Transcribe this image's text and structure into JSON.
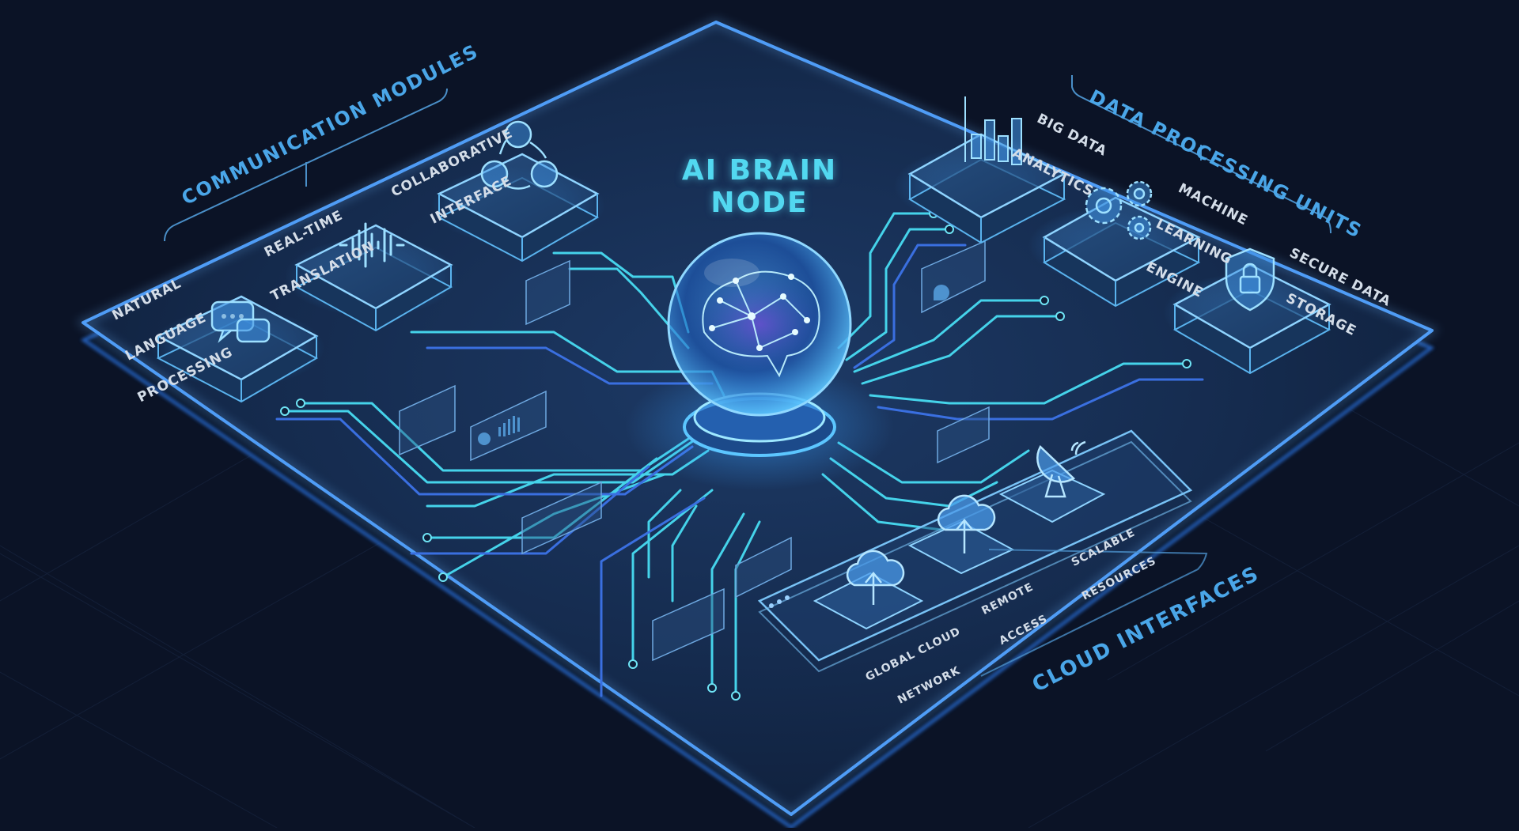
{
  "diagram": {
    "central_node": {
      "title_line1": "AI BRAIN",
      "title_line2": "NODE",
      "icon": "brain-network-icon"
    },
    "groups": [
      {
        "name": "Communication Modules",
        "modules": [
          {
            "label_lines": [
              "NATURAL",
              "LANGUAGE",
              "PROCESSING"
            ],
            "icon": "chat-bubbles-icon"
          },
          {
            "label_lines": [
              "REAL-TIME",
              "TRANSLATION"
            ],
            "icon": "soundwave-icon"
          },
          {
            "label_lines": [
              "COLLABORATIVE",
              "INTERFACE"
            ],
            "icon": "users-cycle-icon"
          }
        ]
      },
      {
        "name": "Data Processing Units",
        "modules": [
          {
            "label_lines": [
              "BIG DATA",
              "ANALYTICS"
            ],
            "icon": "bar-chart-icon"
          },
          {
            "label_lines": [
              "MACHINE",
              "LEARNING",
              "ENGINE"
            ],
            "icon": "gears-icon"
          },
          {
            "label_lines": [
              "SECURE DATA",
              "STORAGE"
            ],
            "icon": "shield-lock-icon"
          }
        ]
      },
      {
        "name": "Cloud Interfaces",
        "modules": [
          {
            "label_lines": [
              "GLOBAL CLOUD",
              "NETWORK"
            ],
            "icon": "cloud-upload-icon"
          },
          {
            "label_lines": [
              "REMOTE",
              "ACCESS"
            ],
            "icon": "cloud-upload-icon"
          },
          {
            "label_lines": [
              "SCALABLE",
              "RESOURCES"
            ],
            "icon": "satellite-dish-icon"
          }
        ]
      }
    ],
    "colors": {
      "background": "#0b1326",
      "platform": "#15294a",
      "edge_glow": "#3d8ef0",
      "trace_cyan": "#45d3ea",
      "trace_blue": "#3a6fe0",
      "group_label": "#4aa6e8",
      "module_label": "#d4dde8",
      "title": "#52d8f0"
    }
  }
}
